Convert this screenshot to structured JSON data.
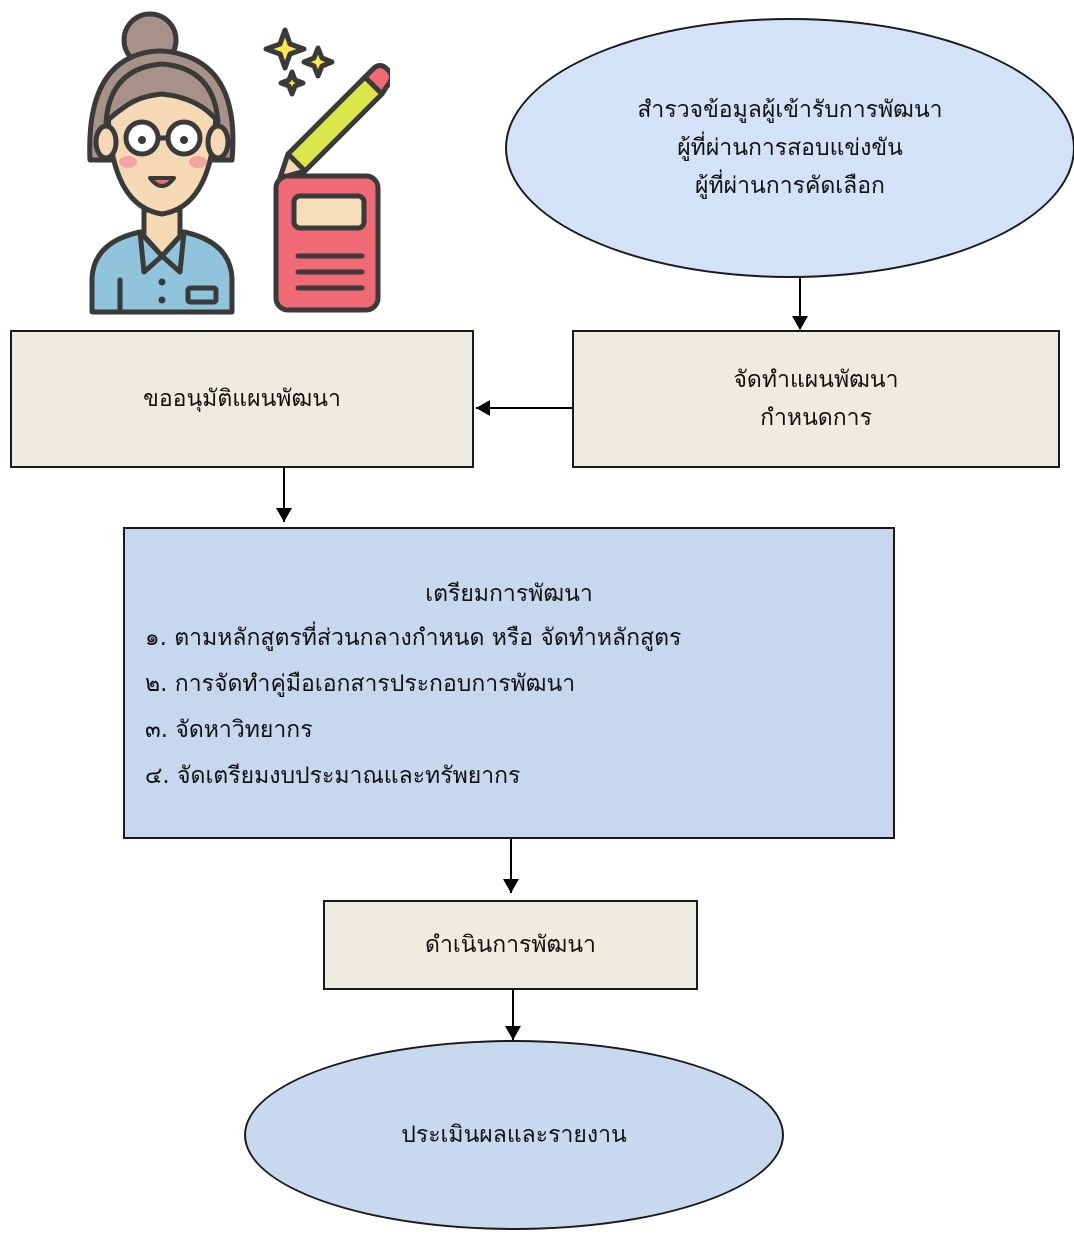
{
  "nodes": {
    "survey": {
      "lines": [
        "สำรวจข้อมูลผู้เข้ารับการพัฒนา",
        "ผู้ที่ผ่านการสอบแข่งขัน",
        "ผู้ที่ผ่านการคัดเลือก"
      ]
    },
    "plan": {
      "lines": [
        "จัดทำแผนพัฒนา",
        "กำหนดการ"
      ]
    },
    "approve": {
      "label": "ขออนุมัติแผนพัฒนา"
    },
    "prepare": {
      "title": "เตรียมการพัฒนา",
      "items": [
        "๑. ตามหลักสูตรที่ส่วนกลางกำหนด หรือ จัดทำหลักสูตร",
        "๒. การจัดทำคู่มือเอกสารประกอบการพัฒนา",
        "๓. จัดหาวิทยากร",
        "๔. จัดเตรียมงบประมาณและทรัพยากร"
      ]
    },
    "execute": {
      "label": "ดำเนินการพัฒนา"
    },
    "evaluate": {
      "label": "ประเมินผลและรายงาน"
    }
  },
  "colors": {
    "beige_box": "#eeebe0",
    "blue_box": "#c7d8ee",
    "ellipse_top": "#d3e2f6",
    "ellipse_bottom": "#c8d9ef",
    "border": "#1a1a1a"
  },
  "illustration": {
    "icon": "teacher-with-notebook-and-pencil"
  }
}
